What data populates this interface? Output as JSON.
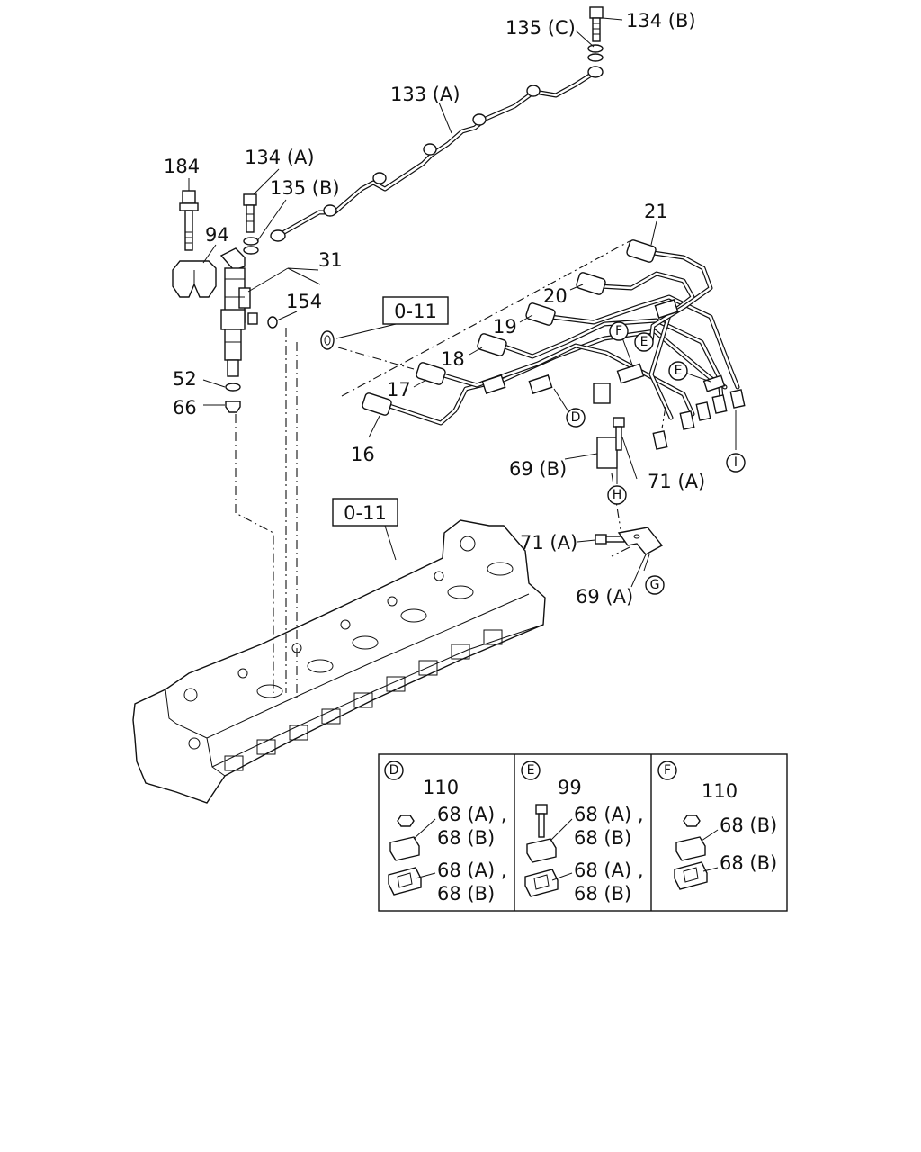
{
  "callouts": {
    "c184": "184",
    "c94": "94",
    "c134a": "134 (A)",
    "c135b": "135 (B)",
    "c31": "31",
    "c154": "154",
    "c52": "52",
    "c66": "66",
    "c135c": "135 (C)",
    "c134b": "134 (B)",
    "c133a": "133 (A)",
    "c21": "21",
    "c20": "20",
    "c19": "19",
    "c18": "18",
    "c17": "17",
    "c16": "16",
    "c69b": "69 (B)",
    "c71a_1": "71 (A)",
    "c71a_2": "71 (A)",
    "c69a": "69 (A)"
  },
  "refs": {
    "ref_top": "0-11",
    "ref_head": "0-11"
  },
  "circles": {
    "F": "F",
    "E_top": "E",
    "E_right": "E",
    "D": "D",
    "I": "I",
    "H": "H",
    "G": "G"
  },
  "detail": {
    "panel_d": {
      "letter": "D",
      "l1": "110",
      "l2": "68 (A) ,",
      "l3": "68 (B)",
      "l4": "68 (A) ,",
      "l5": "68 (B)"
    },
    "panel_e": {
      "letter": "E",
      "l1": "99",
      "l2": "68 (A) ,",
      "l3": "68 (B)",
      "l4": "68 (A) ,",
      "l5": "68 (B)"
    },
    "panel_f": {
      "letter": "F",
      "l1": "110",
      "l2": "68 (B)",
      "l3": "68 (B)"
    }
  }
}
